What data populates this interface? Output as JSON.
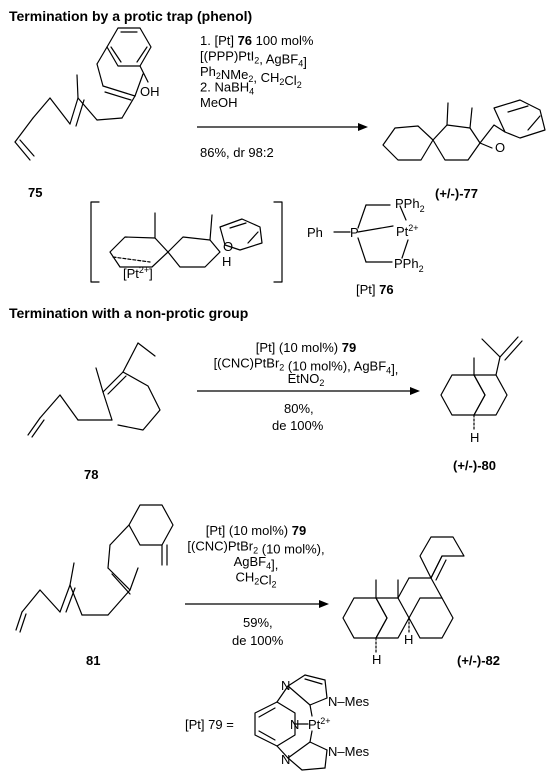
{
  "sections": [
    {
      "title": "Termination by a protic trap (phenol)"
    },
    {
      "title": "Termination with a non-protic group"
    }
  ],
  "reaction1": {
    "conditions": [
      [
        {
          "t": "1. [Pt] "
        },
        {
          "t": "76",
          "b": true
        },
        {
          "t": " 100 mol%"
        }
      ],
      [
        {
          "t": "[(PPP)PtI"
        },
        {
          "t": "2",
          "sub": true
        },
        {
          "t": ", AgBF"
        },
        {
          "t": "4",
          "sub": true
        },
        {
          "t": "]"
        }
      ],
      [
        {
          "t": "Ph"
        },
        {
          "t": "2",
          "sub": true
        },
        {
          "t": "NMe"
        },
        {
          "t": "2",
          "sub": true
        },
        {
          "t": ", CH"
        },
        {
          "t": "2",
          "sub": true
        },
        {
          "t": "Cl"
        },
        {
          "t": "2",
          "sub": true
        }
      ],
      [
        {
          "t": "2. NaBH"
        },
        {
          "t": "4",
          "sub": true
        }
      ],
      [
        {
          "t": "MeOH"
        }
      ]
    ],
    "yield": "86%, dr 98:2",
    "reactant_label": "75",
    "product_label": "(+/-)-77",
    "oh_label": "OH",
    "o_label": "O"
  },
  "intermediate": {
    "pt_label": "[Pt",
    "pt_charge": "2+",
    "o_label": "O",
    "h_label": "H"
  },
  "catalyst76": {
    "labels": {
      "ph": "Ph",
      "p": "P",
      "pt": "Pt",
      "charge": "2+",
      "pph2": "PPh"
    },
    "caption_prefix": "[Pt] ",
    "caption_num": "76"
  },
  "reaction2": {
    "conditions": [
      [
        {
          "t": "[Pt] (10 mol%) "
        },
        {
          "t": "79",
          "b": true
        }
      ],
      [
        {
          "t": "[(CNC)PtBr"
        },
        {
          "t": "2",
          "sub": true
        },
        {
          "t": " (10 mol%), AgBF"
        },
        {
          "t": "4",
          "sub": true
        },
        {
          "t": "],"
        }
      ],
      [
        {
          "t": "EtNO"
        },
        {
          "t": "2",
          "sub": true
        }
      ]
    ],
    "yield": [
      "80%,",
      "de 100%"
    ],
    "reactant_label": "78",
    "product_label": "(+/-)-80",
    "h_label": "H"
  },
  "reaction3": {
    "conditions": [
      [
        {
          "t": "[Pt]  (10 mol%) "
        },
        {
          "t": "79",
          "b": true
        }
      ],
      [
        {
          "t": "[(CNC)PtBr"
        },
        {
          "t": "2",
          "sub": true
        },
        {
          "t": " (10 mol%),"
        }
      ],
      [
        {
          "t": "AgBF"
        },
        {
          "t": "4",
          "sub": true
        },
        {
          "t": "],"
        }
      ],
      [
        {
          "t": "CH"
        },
        {
          "t": "2",
          "sub": true
        },
        {
          "t": "Cl"
        },
        {
          "t": "2",
          "sub": true
        }
      ]
    ],
    "yield": [
      "59%,",
      "de 100%"
    ],
    "reactant_label": "81",
    "product_label": "(+/-)-82",
    "h_label": "H"
  },
  "catalyst79": {
    "caption": "[Pt] 79 =",
    "labels": {
      "n": "N",
      "mes": "N–Mes",
      "pt": "Pt",
      "charge": "2+"
    }
  }
}
